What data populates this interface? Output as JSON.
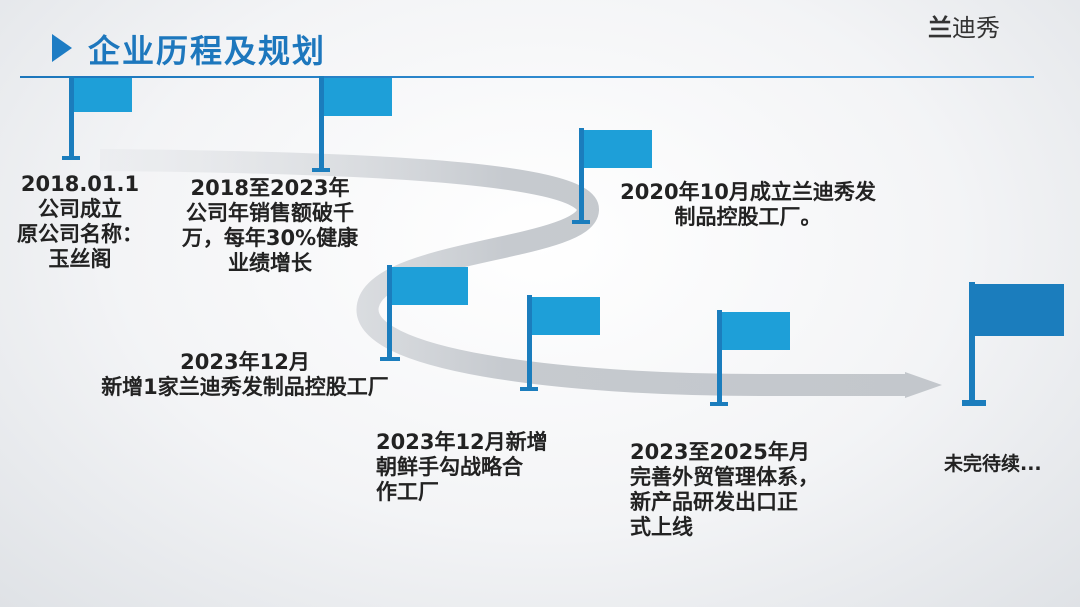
{
  "header": {
    "title": "企业历程及规划",
    "brand_char1": "兰",
    "brand_rest": "迪秀"
  },
  "milestones": [
    {
      "id": "m1",
      "lines": [
        "2018.01.1",
        "公司成立",
        "原公司名称：",
        "玉丝阁"
      ]
    },
    {
      "id": "m2",
      "lines": [
        "2018至2023年",
        "公司年销售额破千",
        "万，每年30%健康",
        "业绩增长"
      ]
    },
    {
      "id": "m3",
      "lines": [
        "2020年10月成立兰迪秀发",
        "制品控股工厂。"
      ]
    },
    {
      "id": "m4",
      "lines": [
        "2023年12月",
        "新增1家兰迪秀发制品控股工厂"
      ]
    },
    {
      "id": "m5",
      "lines": [
        "2023年12月新增",
        "朝鲜手勾战略合",
        "作工厂"
      ]
    },
    {
      "id": "m6",
      "lines": [
        "2023至2025年月",
        "完善外贸管理体系，",
        "新产品研发出口正",
        "式上线"
      ]
    },
    {
      "id": "m7",
      "lines": [
        "未完待续..."
      ]
    }
  ],
  "colors": {
    "flag": "#1e9fd8",
    "flag_dark": "#1b7dbd",
    "title": "#1d77bd",
    "road": "#c9ccd1"
  }
}
